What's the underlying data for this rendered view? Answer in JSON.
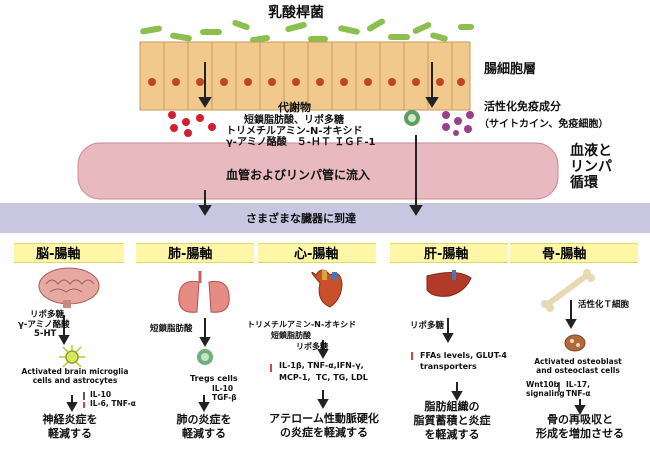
{
  "top": {
    "bacteria_label": "乳酸桿菌",
    "epithelium_label": "腸細胞層",
    "metabolites_title": "代謝物",
    "metabolites_lines": [
      "短鎖脂肪酸、リポ多糖",
      "トリメチルアミン-N-オキシド",
      "γ-アミノ酪酸　５-ＨＴ ＩＧＦ-1"
    ],
    "immune_title": "活性化免疫成分",
    "immune_sub": "（サイトカイン、免疫細胞）",
    "blood_label": "血液と\nリンパ\n循環",
    "vessel_label": "血管およびリンパ管に流入",
    "organ_label": "さまざまな臓器に到達"
  },
  "axes": [
    {
      "title": "脳-腸軸",
      "input": [
        "リポ多糖",
        "γ-アミノ酪酸",
        "5-HT"
      ],
      "effect": "Activated brain microglia\ncells and astrocytes",
      "markers_up": [
        "IL-10"
      ],
      "markers_down": [
        "IL-6, TNF-α"
      ],
      "outcome": "神経炎症を\n軽減する"
    },
    {
      "title": "肺-腸軸",
      "input": [
        "短鎖脂肪酸"
      ],
      "effect": "Tregs cells",
      "markers_up": [
        "IL-10",
        "TGF-β"
      ],
      "markers_down": [],
      "outcome": "肺の炎症を\n軽減する"
    },
    {
      "title": "心-腸軸",
      "input": [
        "トリメチルアミン-N-オキシド",
        "短鎖脂肪酸",
        "リポ多糖"
      ],
      "effect": "IL-1β, TNF-α,IFN-γ,\nMCP-1,  TC, TG, LDL",
      "markers_up": [],
      "markers_down": [],
      "outcome": "アテローム性動脈硬化\nの炎症を軽減する"
    },
    {
      "title": "肝-腸軸",
      "input": [
        "リポ多糖"
      ],
      "effect": "FFAs levels, GLUT-4\ntransporters",
      "markers_up": [],
      "markers_down": [],
      "outcome": "脂肪組織の\n脂質蓄積と炎症\nを軽減する"
    },
    {
      "title": "骨-腸軸",
      "input": [
        "活性化Ｔ細胞"
      ],
      "effect": "Activated osteoblast\nand osteoclast cells",
      "markers_up": [],
      "markers_down": [],
      "effect2": "Wnt10b\nsignaling",
      "markers2": "IL-17,\nTNF-α",
      "outcome": "骨の再吸収と\n形成を増加させる"
    }
  ],
  "colors": {
    "cell_fill": "#f2c98d",
    "nucleus": "#c0461e",
    "bacteria": "#8bbf4f",
    "vessel": "#e8b9be",
    "organ_band": "#c9c6e2",
    "axis_bar": "#fff7a8",
    "red_dot": "#d21f2f",
    "purple_dot": "#9b3f8a",
    "green_cell": "#5d9e62"
  }
}
